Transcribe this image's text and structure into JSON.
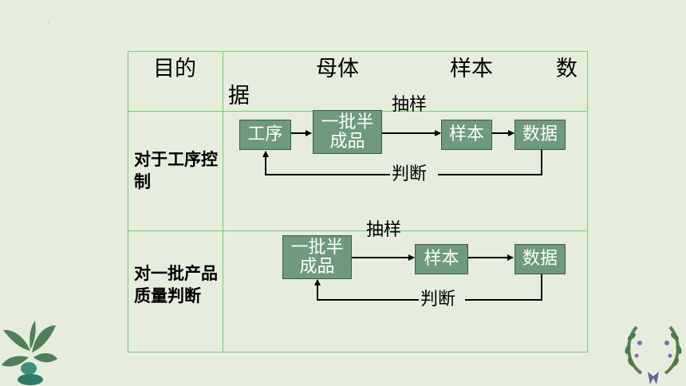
{
  "header": {
    "col_purpose": "目的",
    "col_population": "母体",
    "col_sample": "样本",
    "col_data_part1": "数",
    "col_data_part2": "据"
  },
  "row1": {
    "label": "对于工序控制",
    "box_process": "工序",
    "box_batch": "一批半成品",
    "box_sample": "样本",
    "box_data": "数据",
    "sampling_label": "抽样",
    "judge_label": "判断"
  },
  "row2": {
    "label": "对一批产品质量判断",
    "box_batch": "一批半成品",
    "box_sample": "样本",
    "box_data": "数据",
    "sampling_label": "抽样",
    "judge_label": "判断"
  },
  "colors": {
    "background": "#e6eddd",
    "grid": "#6fcf6f",
    "box_fill": "#6f9a7b"
  }
}
